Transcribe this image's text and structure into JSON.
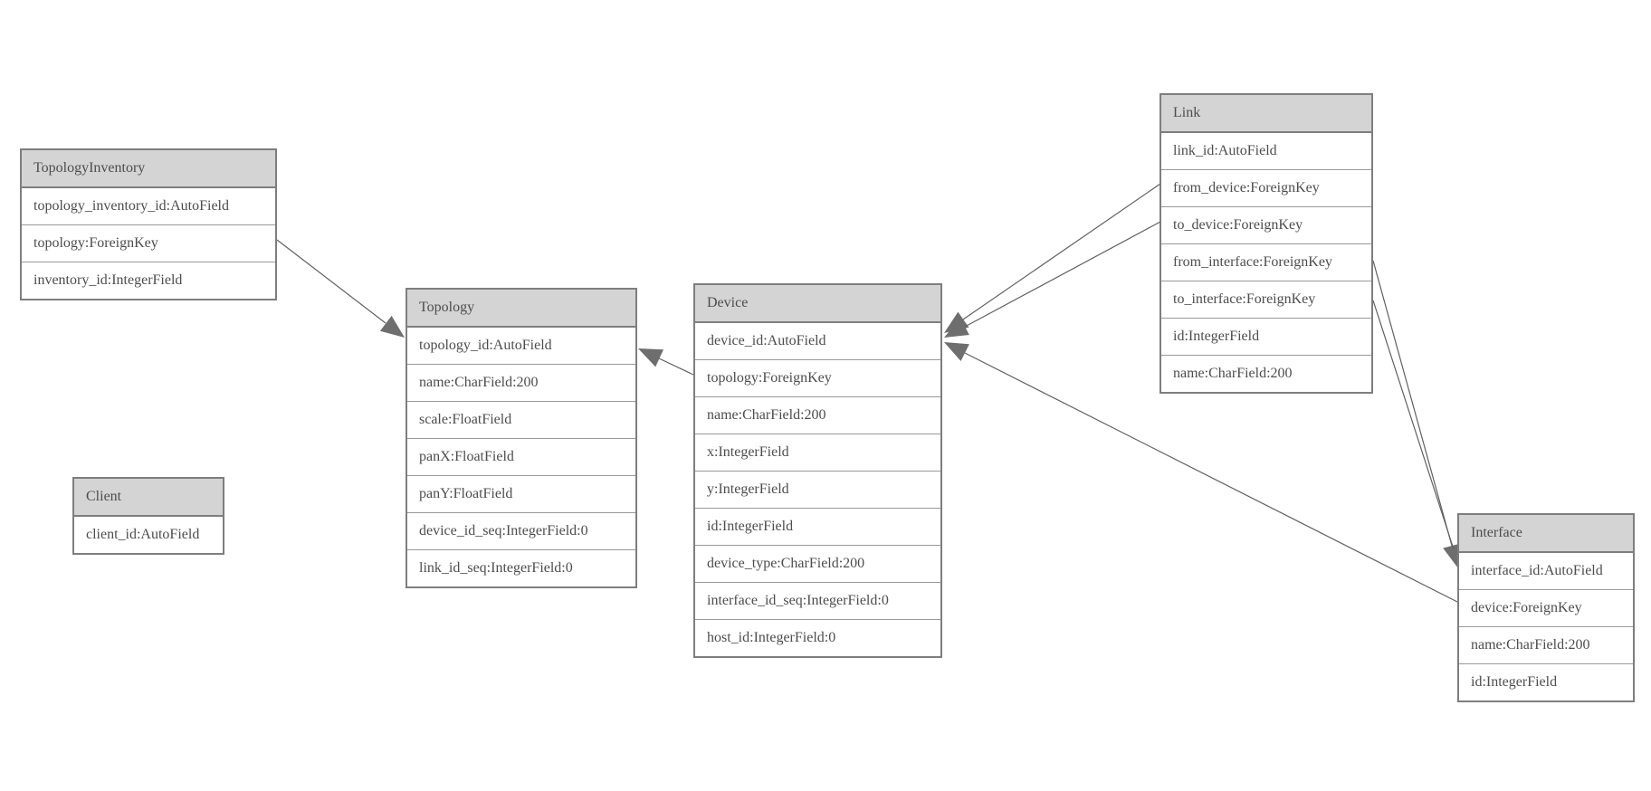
{
  "colors": {
    "header_bg": "#d4d4d4",
    "outer_border": "#7e7e7e",
    "row_border": "#9a9a9a",
    "text": "#4d4d4d",
    "line": "#606060",
    "arrow": "#6e6e6e",
    "bg": "#ffffff"
  },
  "entities": [
    {
      "name": "TopologyInventory",
      "fields": [
        "topology_inventory_id:AutoField",
        "topology:ForeignKey",
        "inventory_id:IntegerField"
      ]
    },
    {
      "name": "Topology",
      "fields": [
        "topology_id:AutoField",
        "name:CharField:200",
        "scale:FloatField",
        "panX:FloatField",
        "panY:FloatField",
        "device_id_seq:IntegerField:0",
        "link_id_seq:IntegerField:0"
      ]
    },
    {
      "name": "Client",
      "fields": [
        "client_id:AutoField"
      ]
    },
    {
      "name": "Device",
      "fields": [
        "device_id:AutoField",
        "topology:ForeignKey",
        "name:CharField:200",
        "x:IntegerField",
        "y:IntegerField",
        "id:IntegerField",
        "device_type:CharField:200",
        "interface_id_seq:IntegerField:0",
        "host_id:IntegerField:0"
      ]
    },
    {
      "name": "Link",
      "fields": [
        "link_id:AutoField",
        "from_device:ForeignKey",
        "to_device:ForeignKey",
        "from_interface:ForeignKey",
        "to_interface:ForeignKey",
        "id:IntegerField",
        "name:CharField:200"
      ]
    },
    {
      "name": "Interface",
      "fields": [
        "interface_id:AutoField",
        "device:ForeignKey",
        "name:CharField:200",
        "id:IntegerField"
      ]
    }
  ],
  "relationships": [
    {
      "from": "TopologyInventory.topology",
      "to": "Topology.topology_id"
    },
    {
      "from": "Device.topology",
      "to": "Topology.topology_id"
    },
    {
      "from": "Link.from_device",
      "to": "Device.device_id"
    },
    {
      "from": "Link.to_device",
      "to": "Device.device_id"
    },
    {
      "from": "Link.from_interface",
      "to": "Interface.interface_id"
    },
    {
      "from": "Link.to_interface",
      "to": "Interface.interface_id"
    },
    {
      "from": "Interface.device",
      "to": "Device.device_id"
    }
  ]
}
